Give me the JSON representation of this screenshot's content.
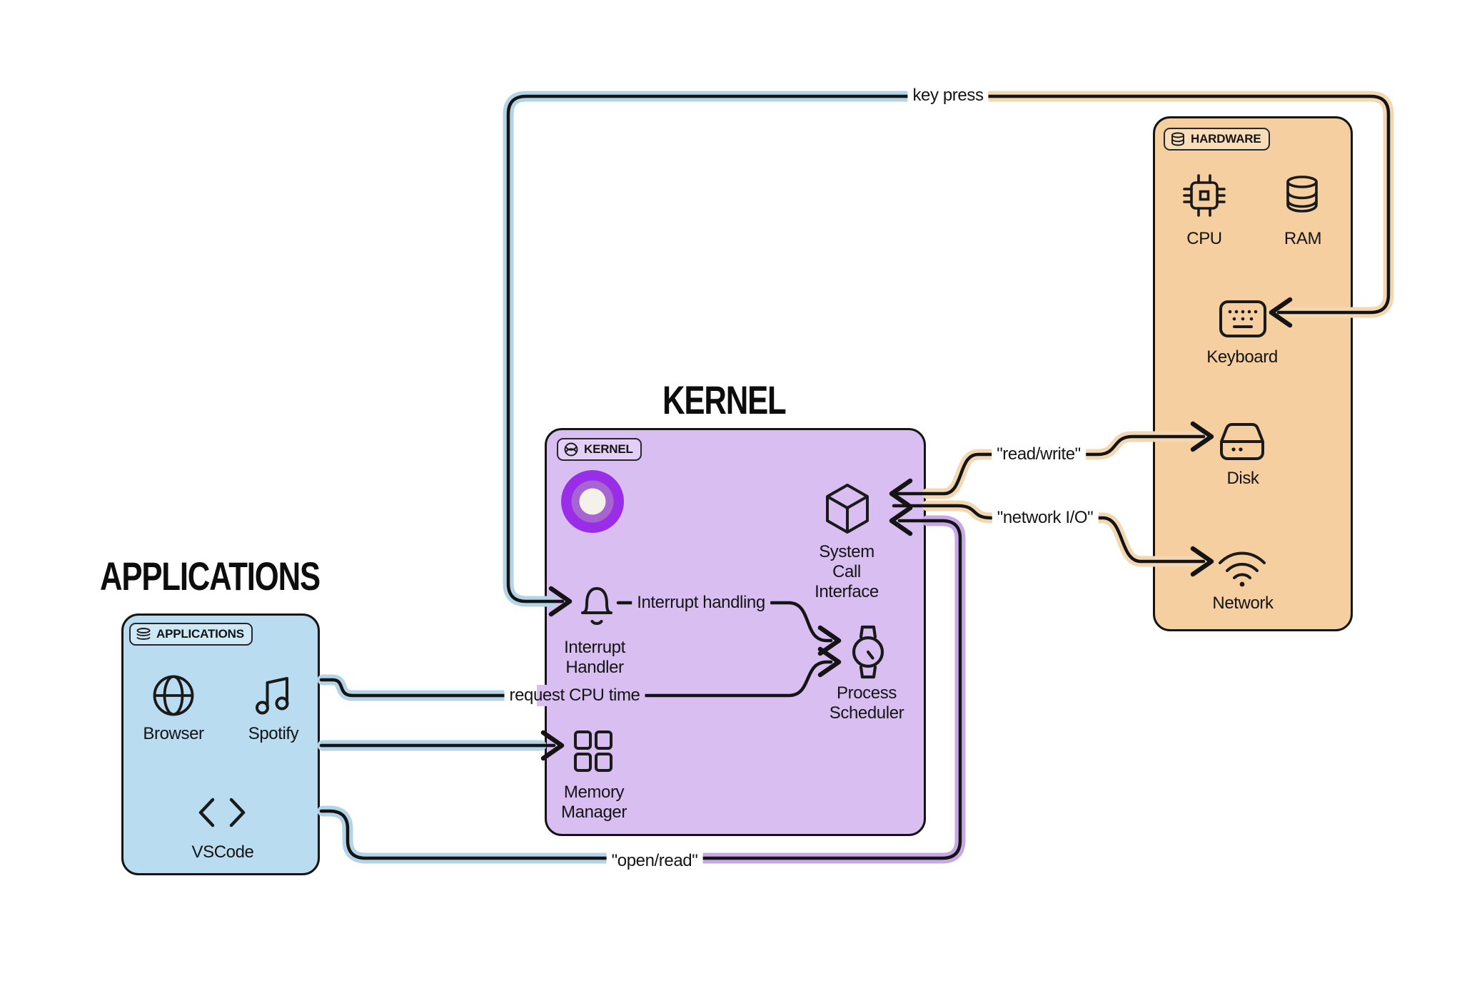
{
  "titles": {
    "applications": "APPLICATIONS",
    "kernel": "KERNEL"
  },
  "applications": {
    "badge": {
      "label": "APPLICATIONS"
    },
    "items": [
      {
        "label": "Browser",
        "icon": "globe-icon"
      },
      {
        "label": "Spotify",
        "icon": "music-note-icon"
      },
      {
        "label": "VSCode",
        "icon": "code-brackets-icon"
      }
    ]
  },
  "kernel": {
    "badge": {
      "label": "KERNEL"
    },
    "components": [
      {
        "label": "Interrupt\nHandler",
        "icon": "bell-icon"
      },
      {
        "label": "System Call\nInterface",
        "icon": "cube-icon"
      },
      {
        "label": "Process\nScheduler",
        "icon": "watch-icon"
      },
      {
        "label": "Memory\nManager",
        "icon": "memory-grid-icon"
      }
    ]
  },
  "hardware": {
    "badge": {
      "label": "HARDWARE"
    },
    "devices": [
      {
        "label": "CPU",
        "icon": "cpu-chip-icon"
      },
      {
        "label": "RAM",
        "icon": "ram-cylinder-icon"
      },
      {
        "label": "Keyboard",
        "icon": "keyboard-icon"
      },
      {
        "label": "Disk",
        "icon": "disk-icon"
      },
      {
        "label": "Network",
        "icon": "wifi-icon"
      }
    ]
  },
  "connections": {
    "key_press": {
      "label": "key press"
    },
    "read_write": {
      "label": "\"read/write\""
    },
    "network_io": {
      "label": "\"network I/O\""
    },
    "request_cpu": {
      "label": "request CPU time"
    },
    "interrupt_handling": {
      "label": "Interrupt handling"
    },
    "open_read": {
      "label": "\"open/read\""
    }
  },
  "colors": {
    "applications_fill": "#b9dcf0",
    "kernel_fill": "#d9bef2",
    "hardware_fill": "#f6cfa0",
    "line": "#141414",
    "glow_blue": "#b3d4e6",
    "glow_orange": "#f2d7b2",
    "glow_purple": "#c7a7e6",
    "donut_outer": "#9a2ee8",
    "donut_mid": "#a765d2",
    "donut_center": "#f4f1e9"
  }
}
